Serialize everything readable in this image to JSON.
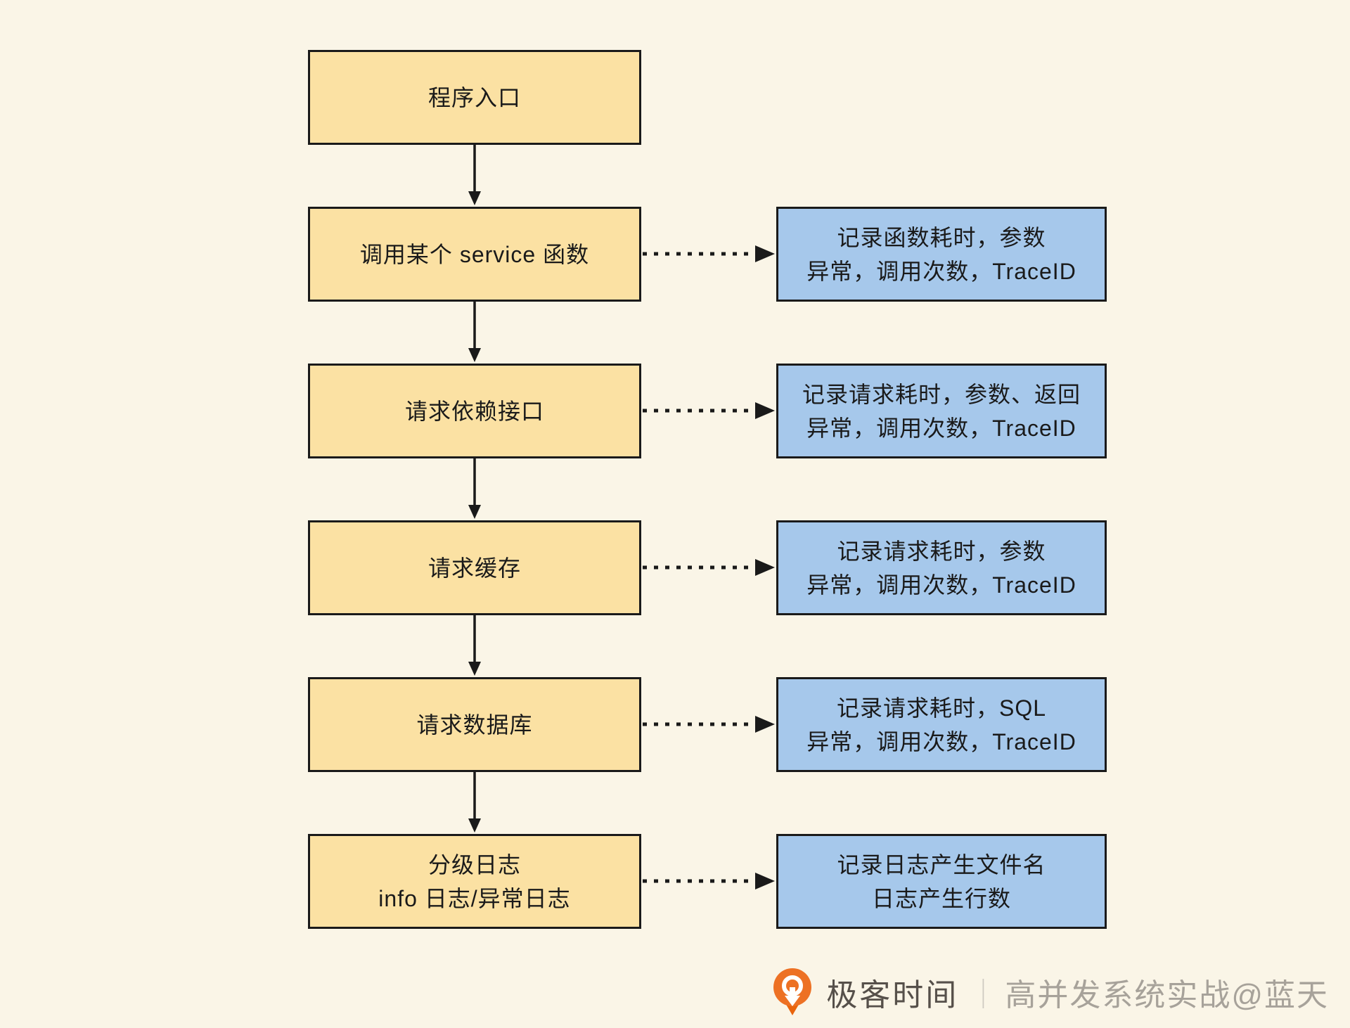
{
  "diagram": {
    "steps": [
      {
        "label": "程序入口"
      },
      {
        "label": "调用某个 service 函数",
        "note": "记录函数耗时，参数\n异常，调用次数，TraceID"
      },
      {
        "label": "请求依赖接口",
        "note": "记录请求耗时，参数、返回\n异常，调用次数，TraceID"
      },
      {
        "label": "请求缓存",
        "note": "记录请求耗时，参数\n异常，调用次数，TraceID"
      },
      {
        "label": "请求数据库",
        "note": "记录请求耗时，SQL\n异常，调用次数，TraceID"
      },
      {
        "label": "分级日志\ninfo 日志/异常日志",
        "note": "记录日志产生文件名\n日志产生行数"
      }
    ]
  },
  "footer": {
    "brand": "极客时间",
    "separator": "｜",
    "credit": "高并发系统实战@蓝天"
  },
  "colors": {
    "background": "#FAF5E7",
    "step_fill": "#FBE1A3",
    "note_fill": "#A6C8EB",
    "stroke": "#1A1A1A",
    "logo_orange": "#ED7124",
    "brand_text": "#56504A",
    "credit_text": "#A7A29A"
  }
}
